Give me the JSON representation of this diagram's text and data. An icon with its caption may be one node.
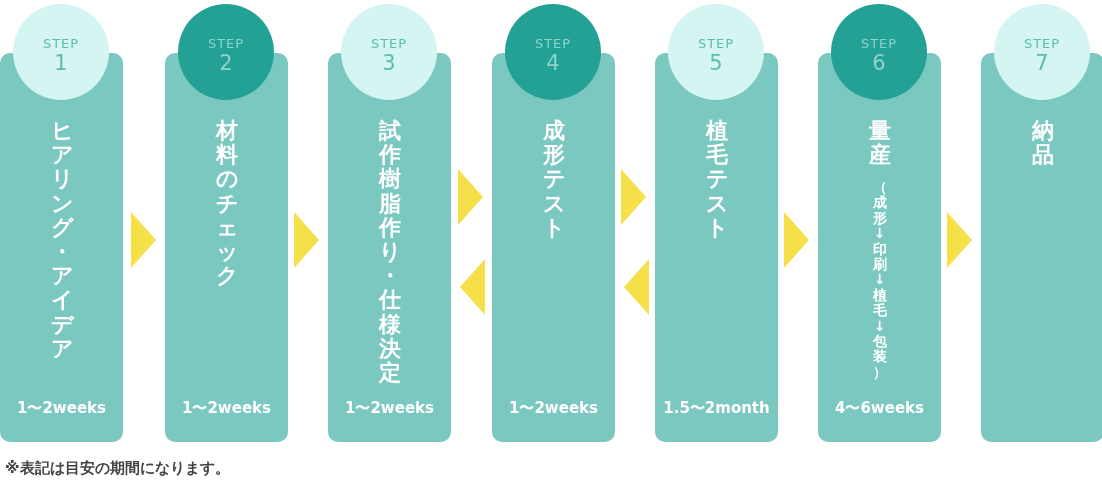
{
  "diagram": {
    "nodes": [
      {
        "text": [
          "STEP",
          "1"
        ]
      },
      {
        "text": [
          "ヒアリング・アイデア",
          "1〜2weeks"
        ]
      },
      {
        "text": [
          "STEP",
          "2"
        ]
      },
      {
        "text": [
          "材料のチェック",
          "1〜2weeks"
        ]
      },
      {
        "text": [
          "STEP",
          "3"
        ]
      },
      {
        "text": [
          "試作樹脂作り・仕様決定",
          "1〜2weeks"
        ]
      },
      {
        "text": [
          "STEP",
          "4"
        ]
      },
      {
        "text": [
          "成形テスト",
          "1〜2weeks"
        ]
      },
      {
        "text": [
          "STEP",
          "5"
        ]
      },
      {
        "text": [
          "植毛テスト",
          "1.5〜2month"
        ]
      },
      {
        "text": [
          "STEP",
          "6"
        ]
      },
      {
        "text": [
          "量産",
          "（成形↓印刷↓植毛↓包装）",
          "4〜6weeks"
        ]
      },
      {
        "text": [
          "STEP",
          "7"
        ]
      },
      {
        "text": [
          "納品"
        ]
      }
    ],
    "edges": [
      {
        "from": 1,
        "to": 3,
        "arrow": "to"
      },
      {
        "from": 3,
        "to": 5,
        "arrow": "to"
      },
      {
        "from": 5,
        "to": 7,
        "arrow": "to"
      },
      {
        "from": 7,
        "to": 5,
        "arrow": "to"
      },
      {
        "from": 7,
        "to": 9,
        "arrow": "to"
      },
      {
        "from": 9,
        "to": 7,
        "arrow": "to"
      },
      {
        "from": 9,
        "to": 11,
        "arrow": "to"
      },
      {
        "from": 11,
        "to": 13,
        "arrow": "to"
      }
    ],
    "labels": [
      "※表記は目安の期間になります。"
    ]
  }
}
